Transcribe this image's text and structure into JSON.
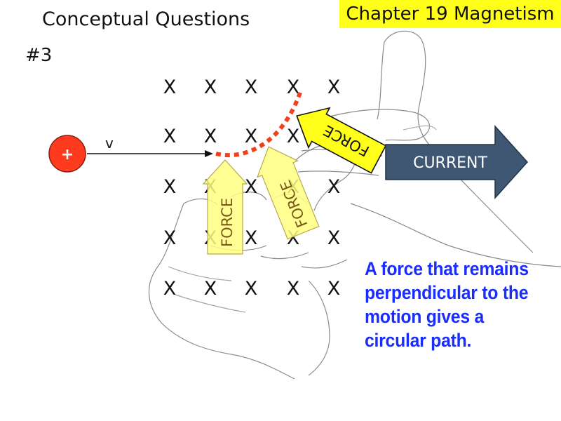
{
  "slide": {
    "title": "Conceptual Questions",
    "chapter": "Chapter 19 Magnetism",
    "question_number": "#3",
    "caption": "A force that remains perpendicular to the motion gives a circular path."
  },
  "diagram": {
    "charge_label": "+",
    "velocity_label": "v",
    "field_symbol": "X",
    "force_labels": [
      "FORCE",
      "FORCE",
      "FORCE"
    ],
    "current_label": "CURRENT",
    "colors": {
      "charge": "#ff3b1f",
      "path": "#f0411e",
      "force_arrow": "#ffff80",
      "force_arrow_strong": "#ffff1a",
      "current_arrow": "#405773",
      "caption": "#1a2dff",
      "chapter_bg": "#ffff1a"
    }
  }
}
